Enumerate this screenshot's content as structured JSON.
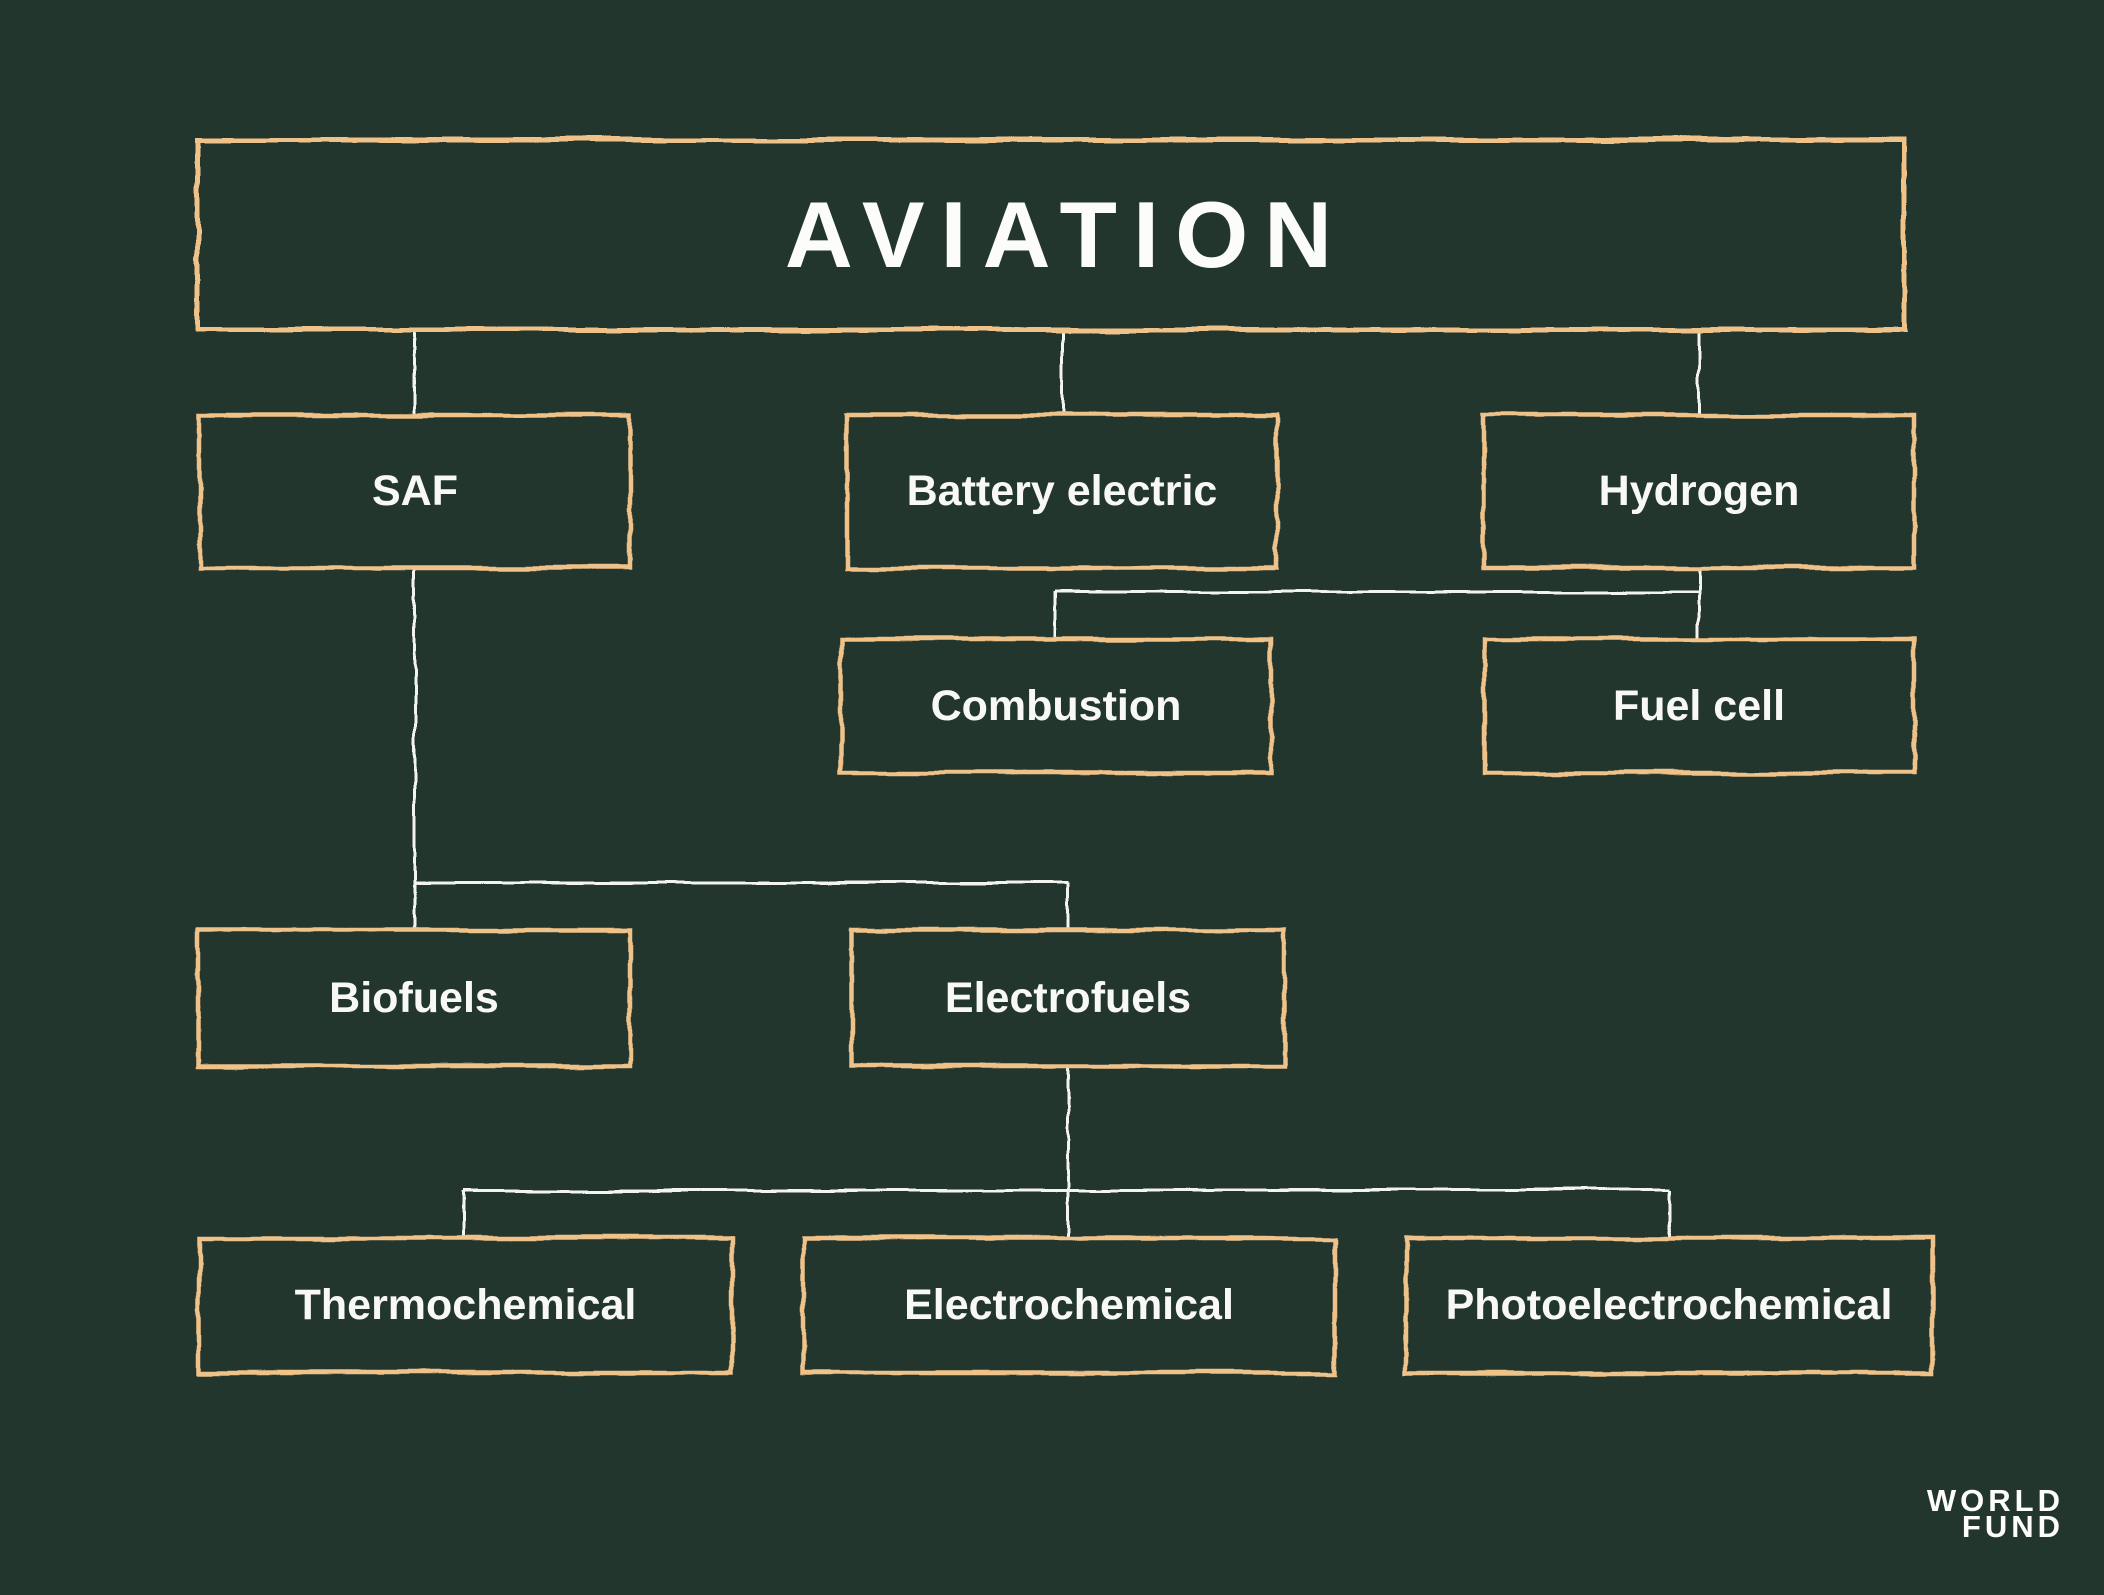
{
  "colors": {
    "background": "#22362e",
    "box_border": "#eec289",
    "connector_line": "#f4f4ef",
    "text": "#f8f8f4"
  },
  "diagram": {
    "title": "AVIATION",
    "nodes": {
      "aviation": "AVIATION",
      "saf": "SAF",
      "battery_electric": "Battery electric",
      "hydrogen": "Hydrogen",
      "combustion": "Combustion",
      "fuel_cell": "Fuel cell",
      "biofuels": "Biofuels",
      "electrofuels": "Electrofuels",
      "thermochemical": "Thermochemical",
      "electrochemical": "Electrochemical",
      "photoelectrochemical": "Photoelectrochemical"
    },
    "edges": [
      [
        "AVIATION",
        "SAF"
      ],
      [
        "AVIATION",
        "Battery electric"
      ],
      [
        "AVIATION",
        "Hydrogen"
      ],
      [
        "Hydrogen",
        "Combustion"
      ],
      [
        "Hydrogen",
        "Fuel cell"
      ],
      [
        "SAF",
        "Biofuels"
      ],
      [
        "SAF",
        "Electrofuels"
      ],
      [
        "Electrofuels",
        "Thermochemical"
      ],
      [
        "Electrofuels",
        "Electrochemical"
      ],
      [
        "Electrofuels",
        "Photoelectrochemical"
      ]
    ]
  },
  "logo": {
    "line1": "WORLD",
    "line2": "FUND"
  }
}
